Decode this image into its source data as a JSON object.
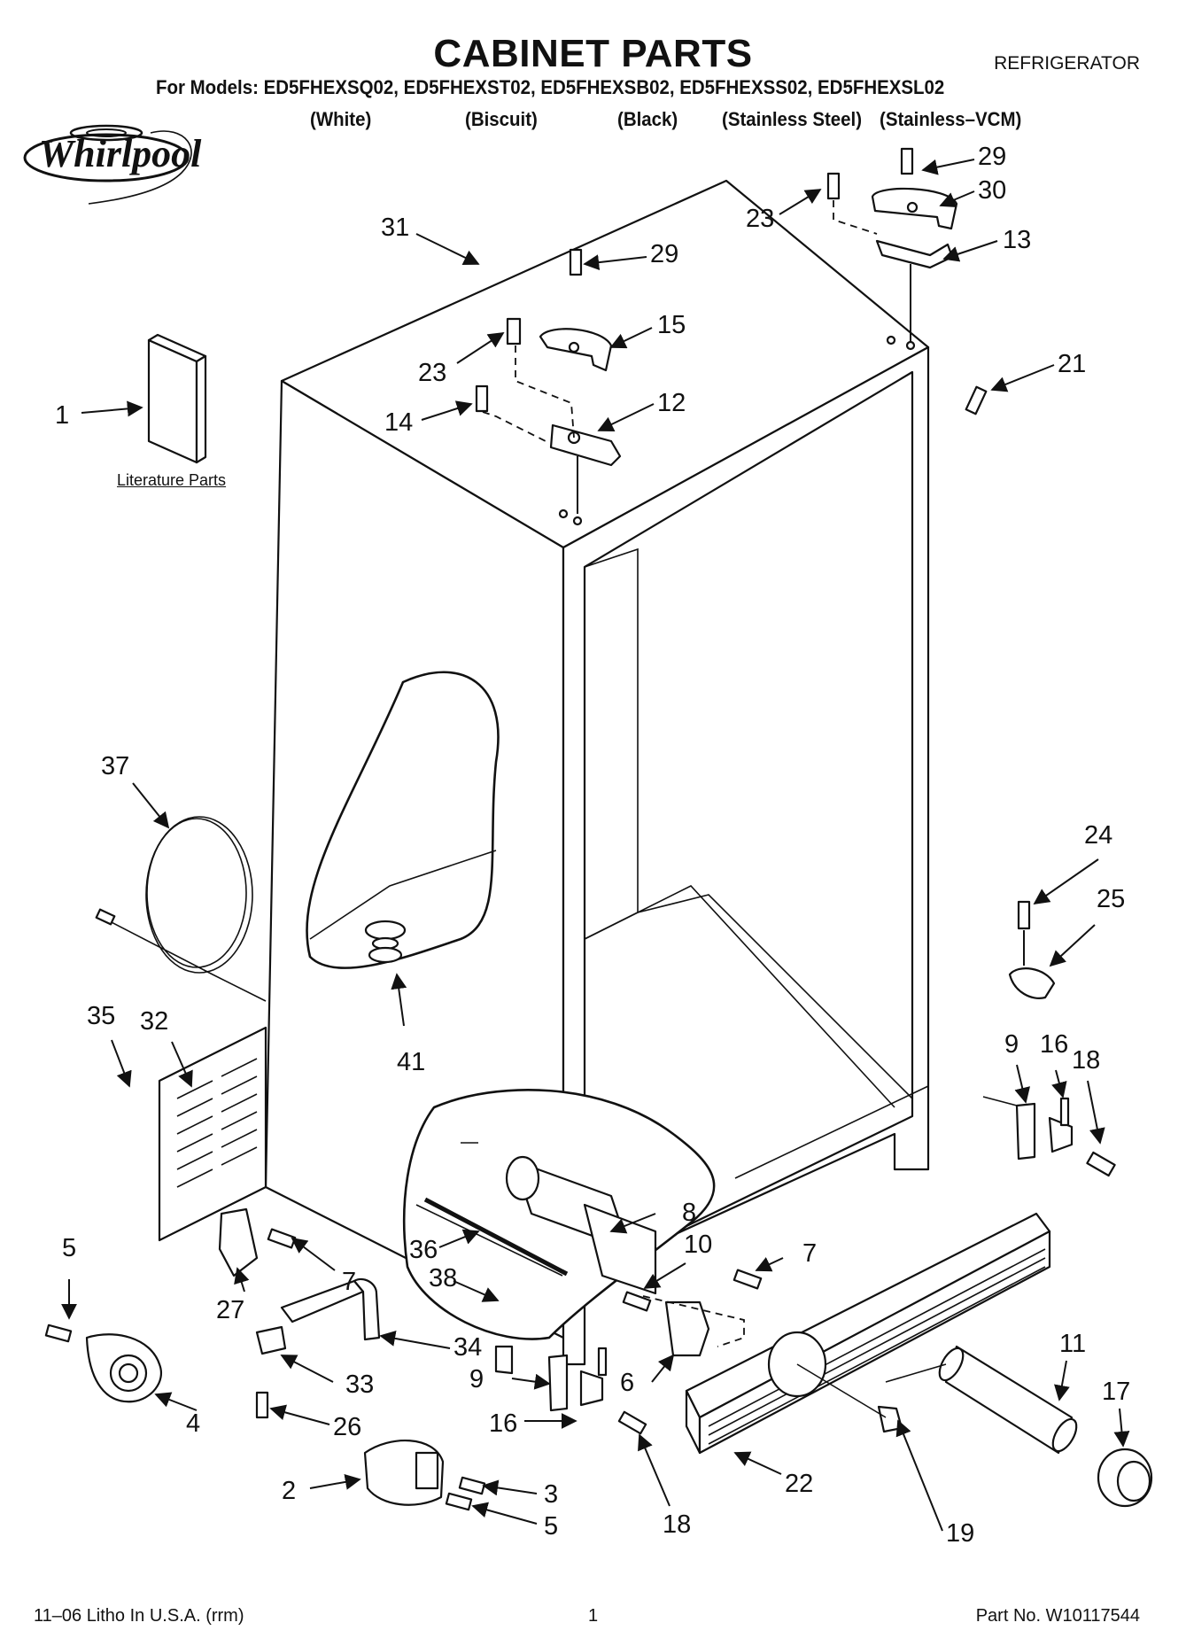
{
  "header": {
    "title": "CABINET PARTS",
    "category": "REFRIGERATOR",
    "models_line": "For Models: ED5FHEXSQ02, ED5FHEXST02, ED5FHEXSB02, ED5FHEXSS02, ED5FHEXSL02",
    "colors": [
      "(White)",
      "(Biscuit)",
      "(Black)",
      "(Stainless Steel)",
      "(Stainless–VCM)"
    ]
  },
  "brand": {
    "logo_text": "Whirlpool"
  },
  "literature_label": "Literature Parts",
  "callouts": [
    "31",
    "29",
    "30",
    "23",
    "13",
    "29",
    "15",
    "23",
    "21",
    "1",
    "14",
    "12",
    "37",
    "24",
    "25",
    "41",
    "35",
    "32",
    "9",
    "16",
    "18",
    "8",
    "5",
    "10",
    "7",
    "36",
    "38",
    "7",
    "27",
    "34",
    "33",
    "9",
    "6",
    "16",
    "11",
    "17",
    "4",
    "26",
    "19",
    "2",
    "3",
    "22",
    "5",
    "18"
  ],
  "footer": {
    "litho": "11–06 Litho In U.S.A. (rrm)",
    "page": "1",
    "part_no": "Part No. W10117544"
  }
}
